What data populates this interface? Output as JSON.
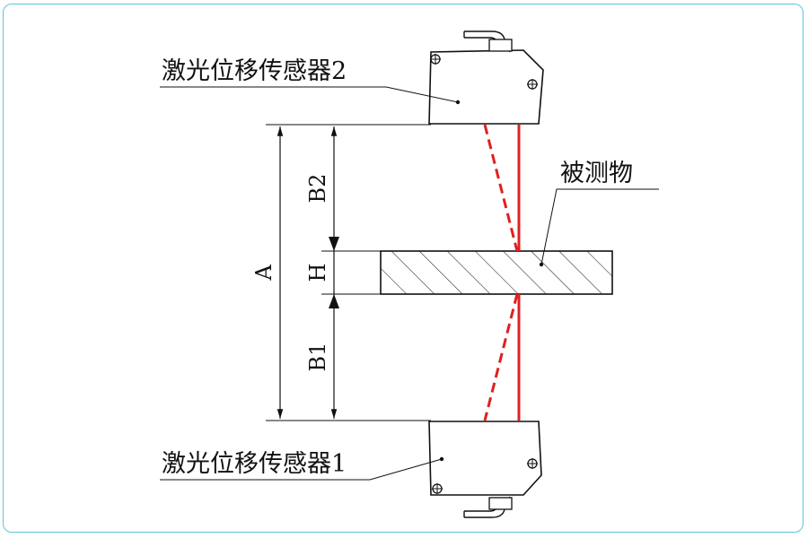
{
  "labels": {
    "sensor_top": "激光位移传感器2",
    "sensor_bottom": "激光位移传感器1",
    "object": "被测物"
  },
  "dimensions": {
    "A": "A",
    "B1": "B1",
    "B2": "B2",
    "H": "H"
  },
  "colors": {
    "frame": "#5fc3dc",
    "laser": "#e02020",
    "line": "#111111"
  }
}
